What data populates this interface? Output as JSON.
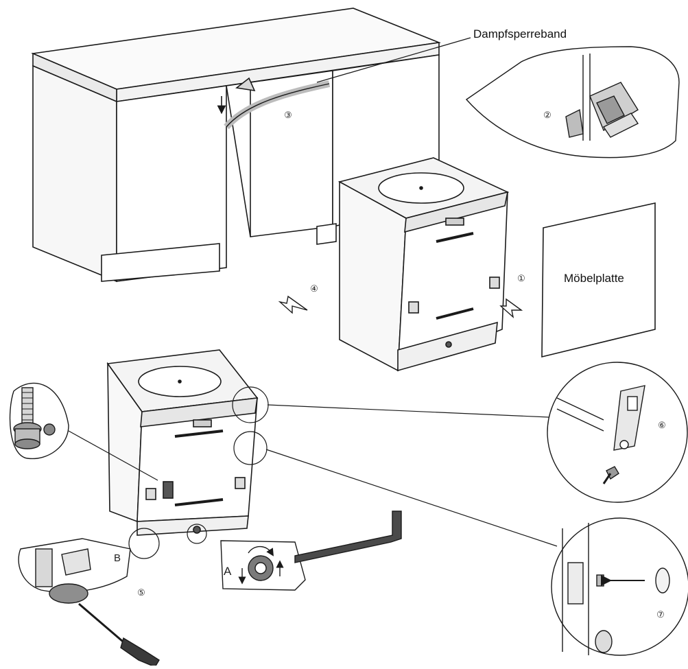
{
  "labels": {
    "vapor_barrier_tape": "Dampfsperreband",
    "furniture_panel": "Möbelplatte"
  },
  "step_markers": [
    "①",
    "②",
    "③",
    "④",
    "⑤",
    "⑥",
    "⑦"
  ],
  "detail_letters": [
    "A",
    "B"
  ],
  "colors": {
    "line": "#1a1a1a",
    "shade": "#cfcfcf",
    "background": "#ffffff"
  }
}
